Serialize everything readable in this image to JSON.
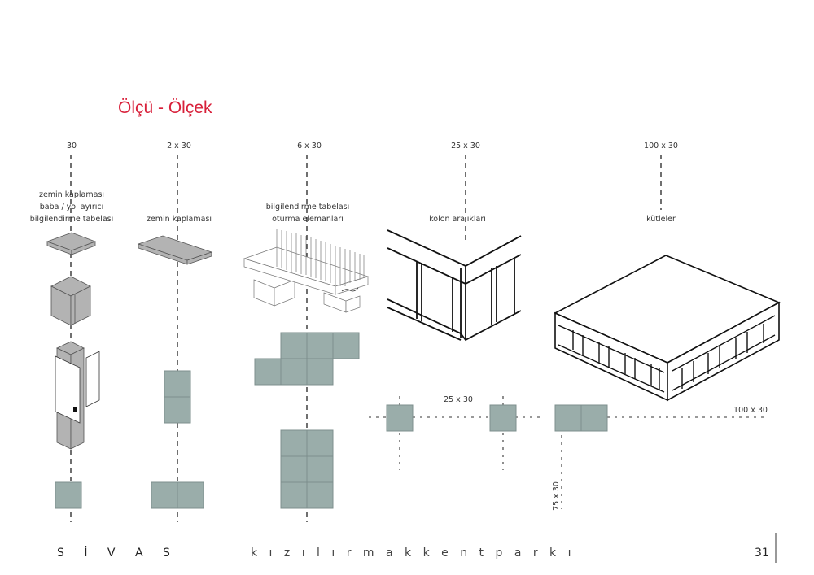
{
  "title": "Ölçü - Ölçek",
  "columns": [
    {
      "scale": "30",
      "labels": [
        "zemin kaplaması",
        "baba / yol ayırıcı",
        "bilgilendirme tabelası"
      ]
    },
    {
      "scale": "2 x 30",
      "labels": [
        "zemin kaplaması"
      ]
    },
    {
      "scale": "6 x 30",
      "labels": [
        "bilgilendirme tabelası",
        "oturma elemanları"
      ]
    },
    {
      "scale": "25 x 30",
      "labels": [
        "kolon aralıkları"
      ]
    },
    {
      "scale": "100 x 30",
      "labels": [
        "kütleler"
      ]
    }
  ],
  "grid_labels": {
    "a": "25 x 30",
    "b": "100 x 30",
    "c": "75 x 30"
  },
  "footer": {
    "city": "S İ V A S",
    "park": "k ı z ı l ı r m a k k e n t p a r k ı",
    "page": "31"
  },
  "colors": {
    "title": "#d8203a",
    "tile": "#9aadaa"
  }
}
